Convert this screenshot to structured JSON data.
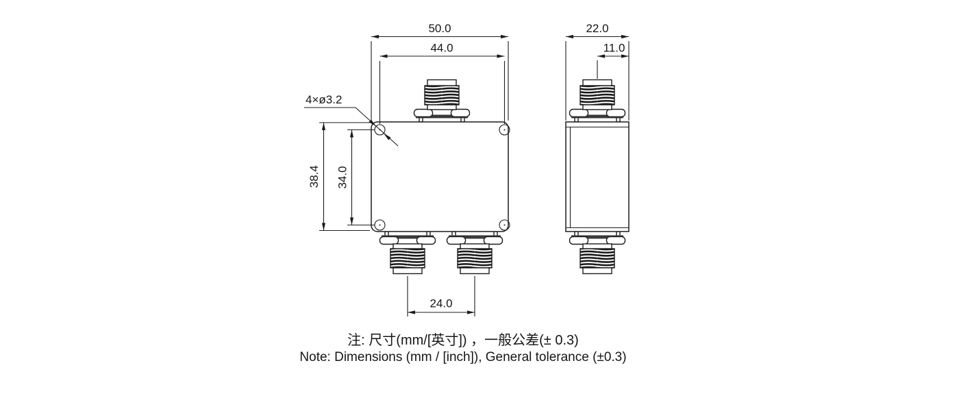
{
  "drawing": {
    "title": "2-way power divider outline drawing",
    "front_view": {
      "dims": {
        "overall_width": "50.0",
        "hole_spacing_horizontal": "44.0",
        "overall_height": "38.4",
        "hole_spacing_vertical": "34.0",
        "output_port_spacing": "24.0",
        "mounting_hole_callout": "4×ø3.2"
      }
    },
    "side_view": {
      "dims": {
        "overall_depth": "22.0",
        "connector_center_offset": "11.0"
      }
    },
    "notes": {
      "line_cn": "注: 尺寸(mm/[英寸]) ，一般公差(± 0.3)",
      "line_en": "Note: Dimensions (mm / [inch]), General tolerance (±0.3)"
    },
    "colors": {
      "line": "#1c1c1c",
      "thread_fill": "#161616",
      "nut_bar_fill": "#3a3a3a",
      "background": "#ffffff"
    }
  }
}
